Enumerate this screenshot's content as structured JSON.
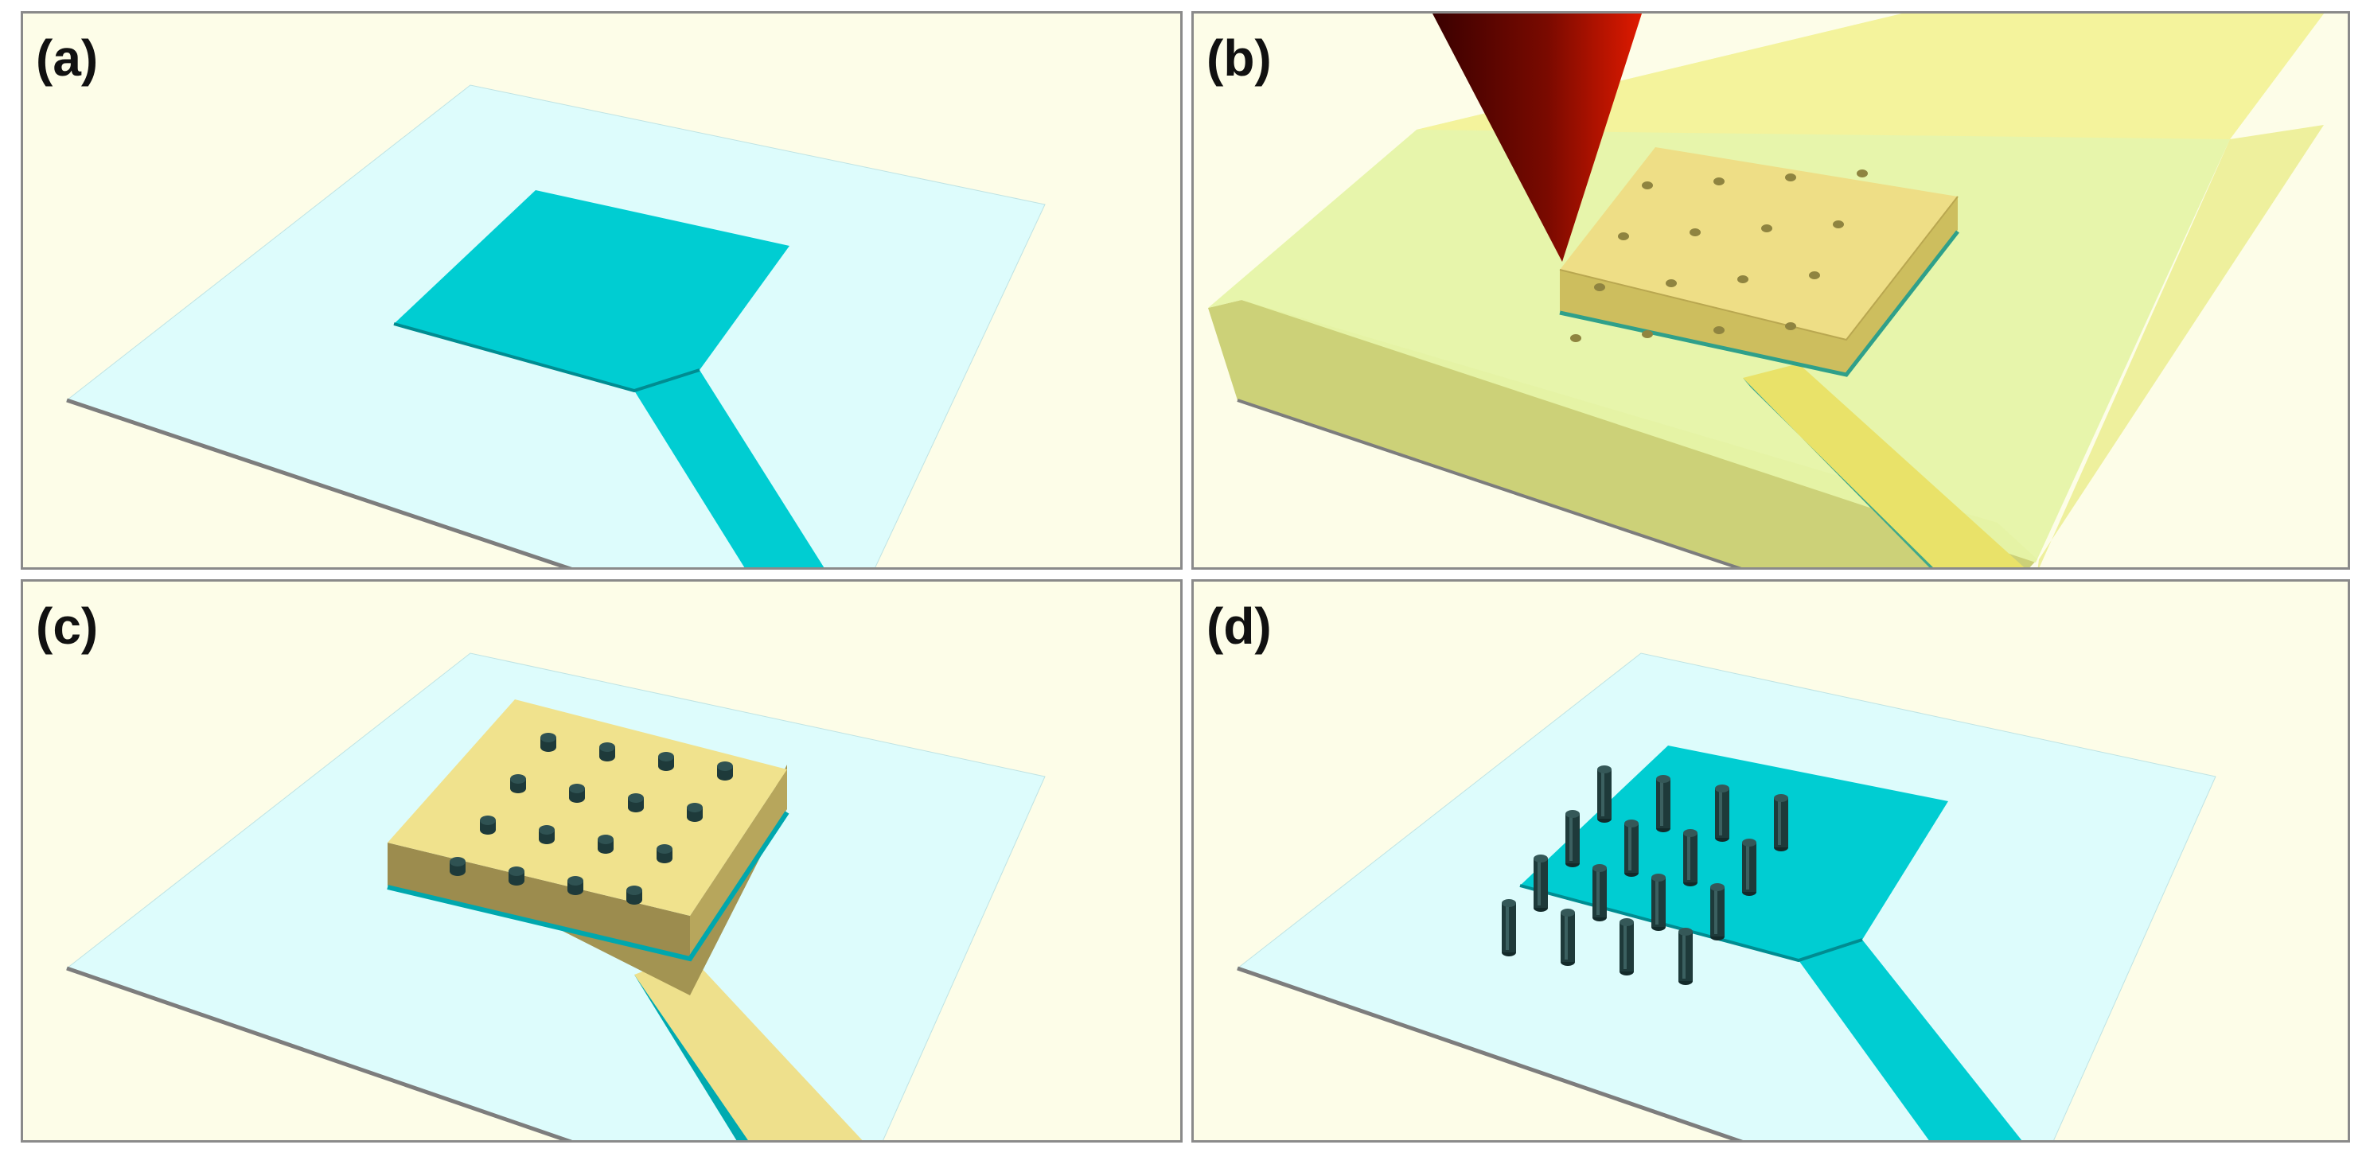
{
  "panels": [
    {
      "id": "a",
      "label": "(a)"
    },
    {
      "id": "b",
      "label": "(b)"
    },
    {
      "id": "c",
      "label": "(c)"
    },
    {
      "id": "d",
      "label": "(d)"
    }
  ],
  "colors": {
    "background": "#fdfde8",
    "substrate": "#ddfcfc",
    "electrode": "#00cdd2",
    "resist_top": "#f0e28d",
    "resist_side": "#9e8d4f",
    "gel_layer": "#f3f29a",
    "tip": "#b01200",
    "pillar": "#1e3a3a",
    "panel_border": "#8a8a8a"
  }
}
